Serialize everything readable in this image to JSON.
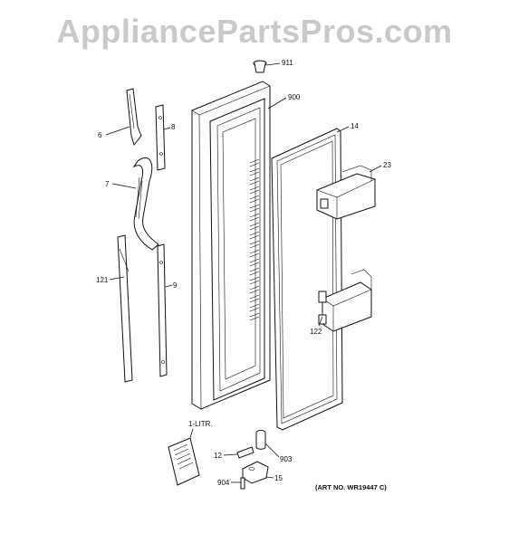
{
  "watermark": "AppliancePartsPros.com",
  "labels": {
    "p911": "911",
    "p900": "900",
    "p14": "14",
    "p23": "23",
    "p6": "6",
    "p8": "8",
    "p7": "7",
    "p121": "121",
    "p9": "9",
    "p122": "122",
    "p1litr": "1-LITR.",
    "p12": "12",
    "p903": "903",
    "p904": "904",
    "p15": "15"
  },
  "art_number": "(ART NO. WR19447 C)"
}
